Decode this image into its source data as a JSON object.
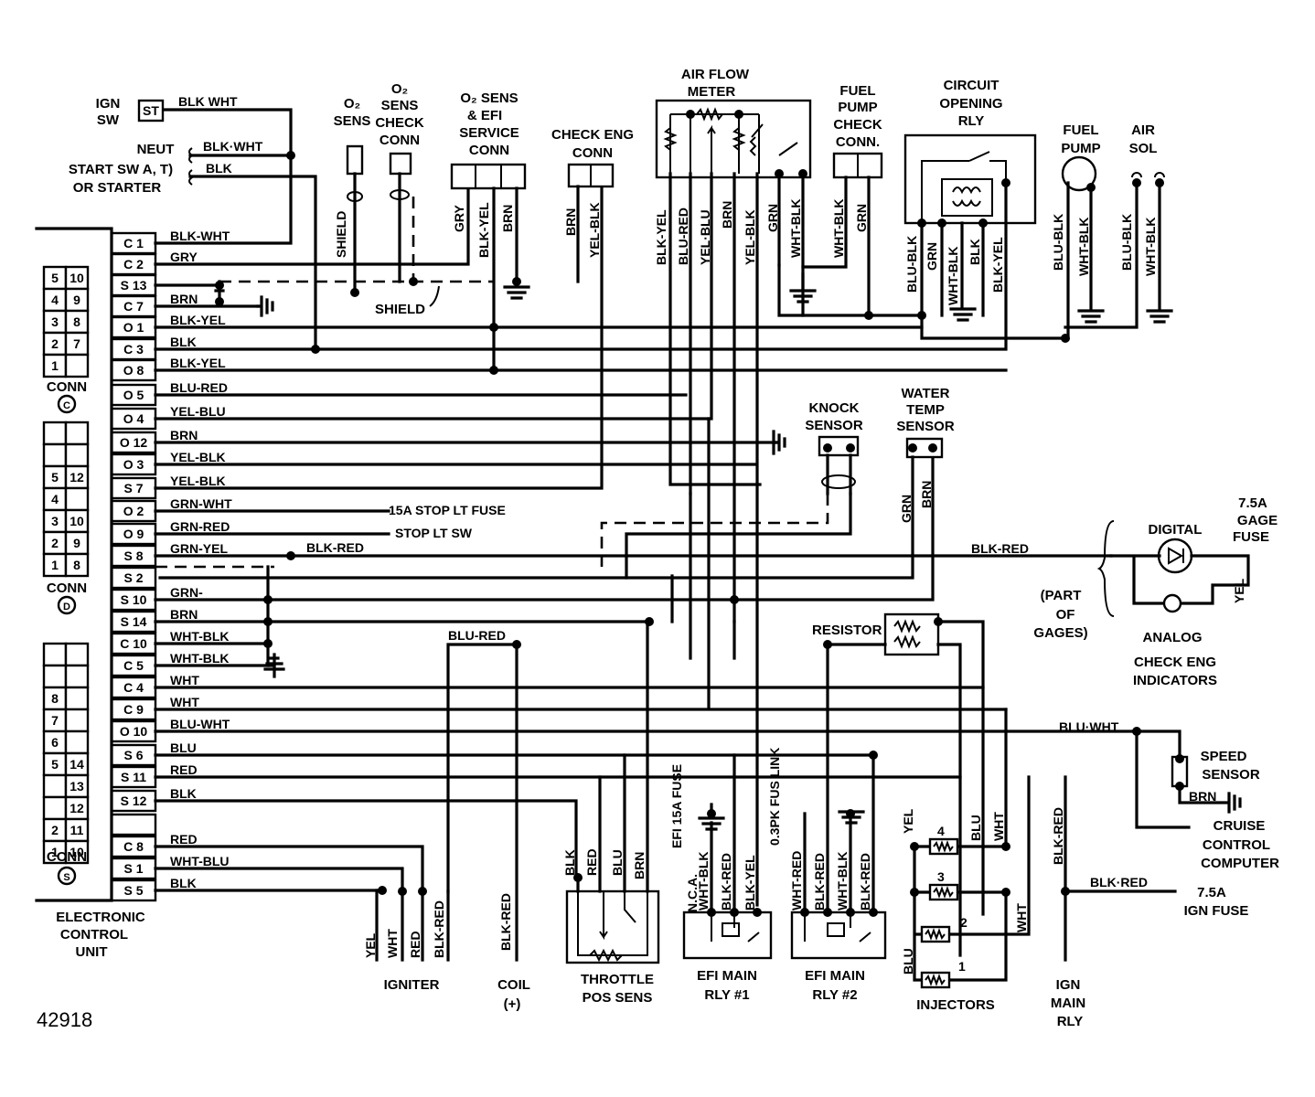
{
  "diagram_id": "42918",
  "components": {
    "ign_sw": [
      "IGN",
      "SW"
    ],
    "ign_sw_terminal": "ST",
    "neut_start_sw": [
      "NEUT",
      "START SW  A, T)",
      "OR STARTER"
    ],
    "o2_sens": [
      "O₂",
      "SENS"
    ],
    "o2_check_conn": [
      "O₂",
      "SENS",
      "CHECK",
      "CONN"
    ],
    "o2_efi_service": [
      "O₂ SENS",
      "& EFI",
      "SERVICE",
      "CONN"
    ],
    "check_eng_conn": [
      "CHECK ENG",
      "CONN"
    ],
    "air_flow_meter": [
      "AIR FLOW",
      "METER"
    ],
    "fuel_pump_check": [
      "FUEL",
      "PUMP",
      "CHECK",
      "CONN."
    ],
    "circuit_opening_rly": [
      "CIRCUIT",
      "OPENING",
      "RLY"
    ],
    "fuel_pump": [
      "FUEL",
      "PUMP"
    ],
    "air_sol": [
      "AIR",
      "SOL"
    ],
    "knock_sensor": [
      "KNOCK",
      "SENSOR"
    ],
    "water_temp_sensor": [
      "WATER",
      "TEMP",
      "SENSOR"
    ],
    "digital": "DIGITAL",
    "gage_fuse": [
      "7.5A",
      "GAGE",
      "FUSE"
    ],
    "part_of_gages": [
      "(PART",
      "OF",
      "GAGES)"
    ],
    "analog_indicators": [
      "ANALOG",
      "CHECK ENG",
      "INDICATORS"
    ],
    "resistor": "RESISTOR",
    "speed_sensor": [
      "SPEED",
      "SENSOR"
    ],
    "cruise_control": [
      "CRUISE",
      "CONTROL",
      "COMPUTER"
    ],
    "ign_fuse": [
      "7.5A",
      "IGN FUSE"
    ],
    "ecu": [
      "ELECTRONIC",
      "CONTROL",
      "UNIT"
    ],
    "igniter": "IGNITER",
    "coil": [
      "COIL",
      "(+)"
    ],
    "throttle_pos_sens": [
      "THROTTLE",
      "POS SENS"
    ],
    "efi_main_rly1": [
      "EFI MAIN",
      "RLY #1"
    ],
    "efi_main_rly2": [
      "EFI MAIN",
      "RLY #2"
    ],
    "injectors": "INJECTORS",
    "ign_main_rly": [
      "IGN",
      "MAIN",
      "RLY"
    ],
    "stop_lt_fuse": "15A STOP LT FUSE",
    "stop_lt_sw": "STOP LT SW",
    "shield": "SHIELD",
    "efi_15a_fuse": "EFI 15A FUSE",
    "nca": "N.C.A.",
    "fus_link": "0.3PK FUS LINK",
    "conn_c": "CONN",
    "conn_d": "CONN",
    "conn_s": "CONN",
    "conn_c_badge": "C",
    "conn_d_badge": "D",
    "conn_s_badge": "S"
  },
  "ecu_pins": [
    {
      "pin": "C 1",
      "wire": "BLK-WHT"
    },
    {
      "pin": "C 2",
      "wire": "GRY"
    },
    {
      "pin": "S 13",
      "wire": ""
    },
    {
      "pin": "C 7",
      "wire": "BRN"
    },
    {
      "pin": "O 1",
      "wire": "BLK-YEL"
    },
    {
      "pin": "C 3",
      "wire": "BLK"
    },
    {
      "pin": "O 8",
      "wire": "BLK-YEL"
    },
    {
      "pin": "O 5",
      "wire": "BLU-RED"
    },
    {
      "pin": "O 4",
      "wire": "YEL-BLU"
    },
    {
      "pin": "O 12",
      "wire": "BRN"
    },
    {
      "pin": "O 3",
      "wire": "YEL-BLK"
    },
    {
      "pin": "S 7",
      "wire": "YEL-BLK"
    },
    {
      "pin": "O 2",
      "wire": "GRN-WHT"
    },
    {
      "pin": "O 9",
      "wire": "GRN-RED"
    },
    {
      "pin": "S 8",
      "wire": "GRN-YEL"
    },
    {
      "pin": "S 2",
      "wire": ""
    },
    {
      "pin": "S 10",
      "wire": "GRN-"
    },
    {
      "pin": "S 14",
      "wire": "BRN"
    },
    {
      "pin": "C 10",
      "wire": "WHT-BLK"
    },
    {
      "pin": "C 5",
      "wire": "WHT-BLK"
    },
    {
      "pin": "C 4",
      "wire": "WHT"
    },
    {
      "pin": "C 9",
      "wire": "WHT"
    },
    {
      "pin": "O 10",
      "wire": "BLU-WHT"
    },
    {
      "pin": "S 6",
      "wire": "BLU"
    },
    {
      "pin": "S 11",
      "wire": "RED"
    },
    {
      "pin": "S 12",
      "wire": "BLK"
    },
    {
      "pin": "",
      "wire": ""
    },
    {
      "pin": "C 8",
      "wire": "RED"
    },
    {
      "pin": "S 1",
      "wire": "WHT-BLU"
    },
    {
      "pin": "S 5",
      "wire": "BLK"
    }
  ],
  "conn_c_grid": [
    [
      "5",
      "10"
    ],
    [
      "4",
      "9"
    ],
    [
      "3",
      "8"
    ],
    [
      "2",
      "7"
    ],
    [
      "1",
      ""
    ]
  ],
  "conn_d_grid": [
    [
      "",
      ""
    ],
    [
      "",
      ""
    ],
    [
      "5",
      "12"
    ],
    [
      "4",
      ""
    ],
    [
      "3",
      "10"
    ],
    [
      "2",
      "9"
    ],
    [
      "1",
      "8"
    ]
  ],
  "conn_s_grid": [
    [
      "",
      ""
    ],
    [
      "",
      ""
    ],
    [
      "8",
      ""
    ],
    [
      "7",
      ""
    ],
    [
      "6",
      ""
    ],
    [
      "5",
      "14"
    ],
    [
      "",
      "13"
    ],
    [
      "",
      "12"
    ],
    [
      "2",
      "11"
    ],
    [
      "1",
      "10"
    ]
  ],
  "wire_labels": {
    "ign_blk_wht": "BLK WHT",
    "neut_blk_wht": "BLK·WHT",
    "start_blk": "BLK",
    "shield_v": "SHIELD",
    "gry": "GRY",
    "blk_yel": "BLK-YEL",
    "brn": "BRN",
    "yel_blk": "YEL-BLK",
    "afm_blk_yel": "BLK-YEL",
    "afm_blu_red": "BLU-RED",
    "afm_yel_blu": "YEL·BLU",
    "afm_brn": "BRN",
    "afm_yel_blk": "YEL-BLK",
    "afm_grn": "GRN",
    "afm_wht_blk": "WHT-BLK",
    "fp_wht_blk": "WHT-BLK",
    "fp_grn": "GRN",
    "cor_blu_blk": "BLU-BLK",
    "cor_grn": "GRN",
    "cor_wht_blk": "WHT-BLK",
    "cor_blk": "BLK",
    "cor_blk_yel": "BLK-YEL",
    "fpump_blu_blk": "BLU-BLK",
    "fpump_wht_blk": "WHT-BLK",
    "asol_blu_blk": "BLU-BLK",
    "asol_wht_blk": "WHT-BLK",
    "wt_grn": "GRN",
    "wt_brn": "BRN",
    "s8_blk_red": "BLK-RED",
    "gage_blk_red": "BLK-RED",
    "gage_yel": "YEL",
    "blu_red_mid": "BLU-RED",
    "blu_wht_r": "BLU·WHT",
    "brn_speed": "BRN",
    "ig_yel": "YEL",
    "ig_wht": "WHT",
    "ig_red": "RED",
    "ig_blk_red": "BLK-RED",
    "coil_blk_red": "BLK-RED",
    "tps_blk": "BLK",
    "tps_red": "RED",
    "tps_blu": "BLU",
    "tps_brn": "BRN",
    "r1_wht_blk": "WHT-BLK",
    "r1_blk_red": "BLK-RED",
    "r1_blk_yel": "BLK-YEL",
    "r2_wht_red": "WHT-RED",
    "r2_blk_red": "BLK-RED",
    "r2_wht_blk": "WHT-BLK",
    "r2_blk_red2": "BLK-RED",
    "inj_yel": "YEL",
    "inj_blu": "BLU",
    "inj_wht": "WHT",
    "inj_wht2": "WHT",
    "inj_blu2": "BLU",
    "ign_rly_blk_red": "BLK-RED",
    "ign_fuse_blk_red": "BLK·RED",
    "inj4": "4",
    "inj3": "3",
    "inj2": "2",
    "inj1": "1"
  }
}
